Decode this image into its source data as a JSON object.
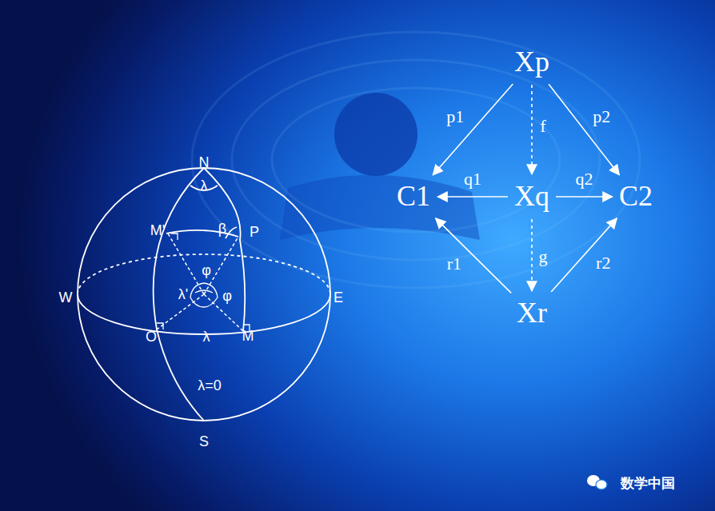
{
  "diagram": {
    "nodes": [
      {
        "text": [
          "Xp"
        ]
      },
      {
        "text": [
          "C1"
        ]
      },
      {
        "text": [
          "Xq"
        ]
      },
      {
        "text": [
          "C2"
        ]
      },
      {
        "text": [
          "Xr"
        ]
      }
    ],
    "edges": [
      {
        "from": 0,
        "to": 1,
        "label": "p1",
        "arrow": "to"
      },
      {
        "from": 0,
        "to": 2,
        "label": "f",
        "arrow": "to"
      },
      {
        "from": 0,
        "to": 3,
        "label": "p2",
        "arrow": "to"
      },
      {
        "from": 2,
        "to": 1,
        "label": "q1",
        "arrow": "to"
      },
      {
        "from": 2,
        "to": 3,
        "label": "q2",
        "arrow": "to"
      },
      {
        "from": 2,
        "to": 4,
        "label": "g",
        "arrow": "to"
      },
      {
        "from": 4,
        "to": 1,
        "label": "r1",
        "arrow": "to"
      },
      {
        "from": 4,
        "to": 3,
        "label": "r2",
        "arrow": "to"
      }
    ],
    "labels": [
      "N",
      "λ",
      "M'",
      "β",
      "P",
      "φ",
      "λ'",
      "φ",
      "W",
      "E",
      "O",
      "λ",
      "M",
      "λ=0",
      "S",
      "数学中国"
    ]
  }
}
